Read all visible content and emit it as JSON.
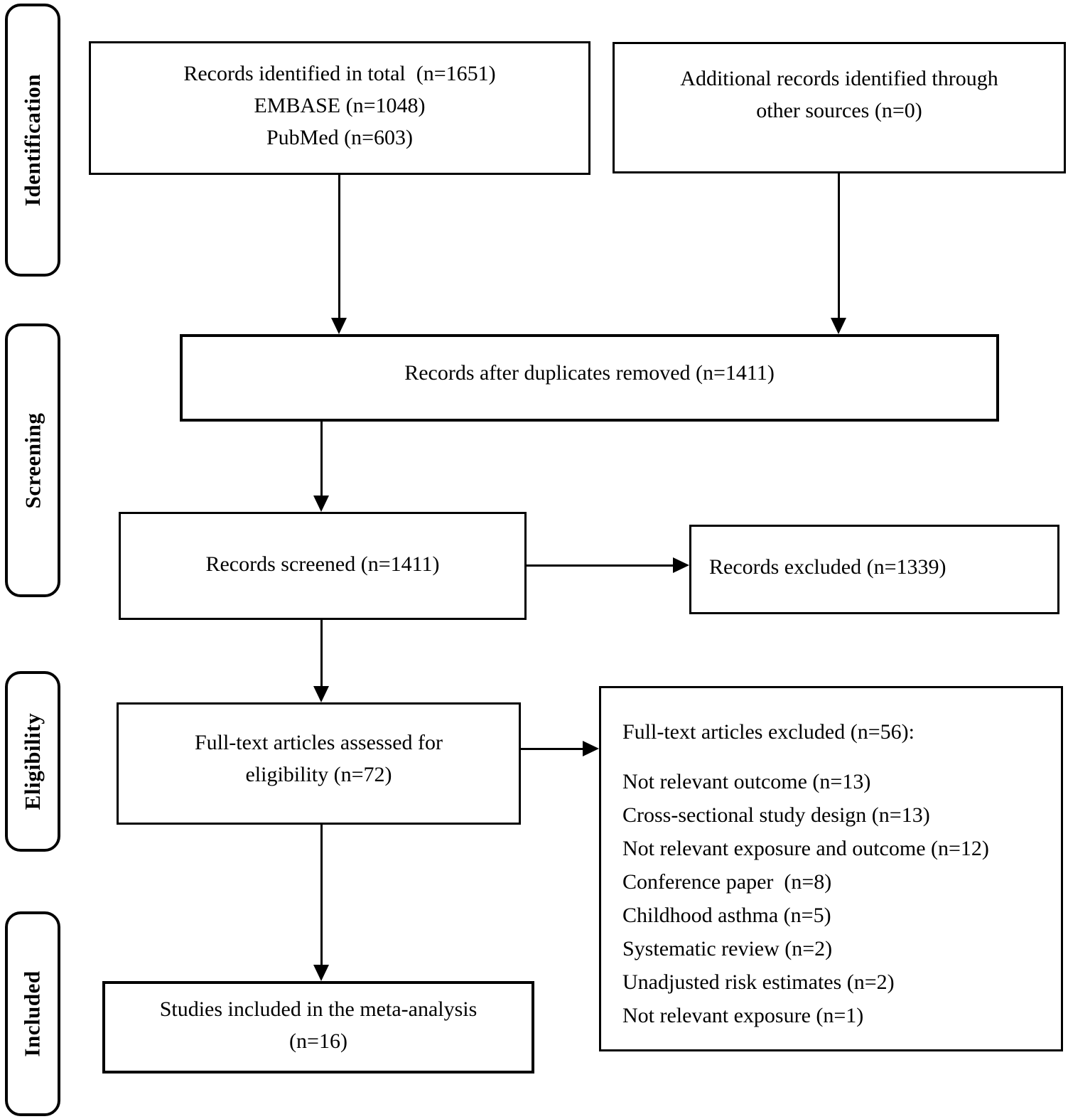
{
  "stages": [
    {
      "label": "Identification"
    },
    {
      "label": "Screening"
    },
    {
      "label": "Eligibility"
    },
    {
      "label": "Included"
    }
  ],
  "boxes": {
    "records_identified": {
      "text": "Records identified in total  (n=1651)\nEMBASE (n=1048)\nPubMed (n=603)"
    },
    "additional_records": {
      "text": "Additional records identified through\nother sources (n=0)"
    },
    "duplicates_removed": {
      "text": "Records after duplicates removed (n=1411)"
    },
    "records_screened": {
      "text": "Records screened (n=1411)"
    },
    "records_excluded": {
      "text": "Records excluded (n=1339)"
    },
    "fulltext_assessed": {
      "text": "Full-text articles assessed for\neligibility (n=72)"
    },
    "fulltext_excluded": {
      "header": "Full-text articles excluded (n=56):",
      "items": [
        "Not relevant outcome (n=13)",
        "Cross-sectional study design (n=13)",
        "Not relevant exposure and outcome (n=12)",
        "Conference paper  (n=8)",
        "Childhood asthma (n=5)",
        "Systematic review (n=2)",
        "Unadjusted risk estimates (n=2)",
        "Not relevant exposure (n=1)"
      ]
    },
    "studies_included": {
      "text": "Studies included in the meta-analysis\n(n=16)"
    }
  },
  "colors": {
    "line": "#000000",
    "background": "#ffffff"
  }
}
